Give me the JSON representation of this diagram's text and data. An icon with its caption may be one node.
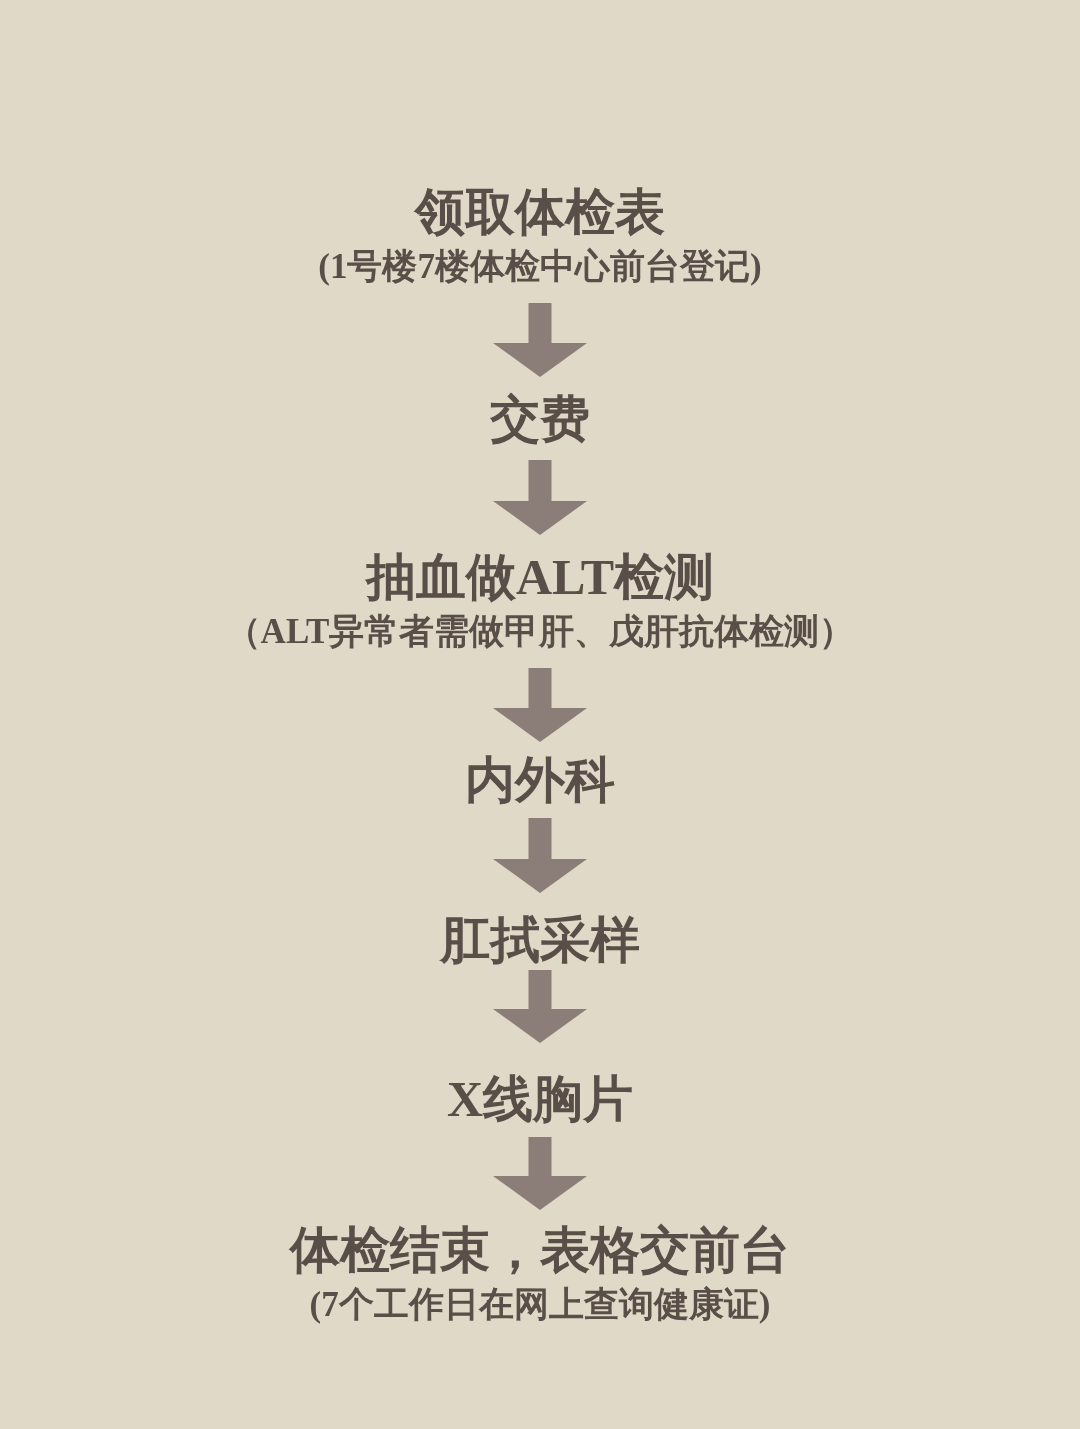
{
  "diagram": {
    "nodes": [
      {
        "text": [
          "领取体检表",
          "(1号楼7楼体检中心前台登记)"
        ]
      },
      {
        "text": [
          "交费"
        ]
      },
      {
        "text": [
          "抽血做ALT检测",
          "（ALT异常者需做甲肝、戊肝抗体检测）"
        ]
      },
      {
        "text": [
          "内外科"
        ]
      },
      {
        "text": [
          "肛拭采样"
        ]
      },
      {
        "text": [
          "X线胸片"
        ]
      },
      {
        "text": [
          "体检结束，表格交前台",
          "(7个工作日在网上查询健康证)"
        ]
      }
    ],
    "edges": [
      {
        "from": 0,
        "to": 1,
        "arrow": "to"
      },
      {
        "from": 1,
        "to": 2,
        "arrow": "to"
      },
      {
        "from": 2,
        "to": 3,
        "arrow": "to"
      },
      {
        "from": 3,
        "to": 4,
        "arrow": "to"
      },
      {
        "from": 4,
        "to": 5,
        "arrow": "to"
      },
      {
        "from": 5,
        "to": 6,
        "arrow": "to"
      }
    ]
  }
}
